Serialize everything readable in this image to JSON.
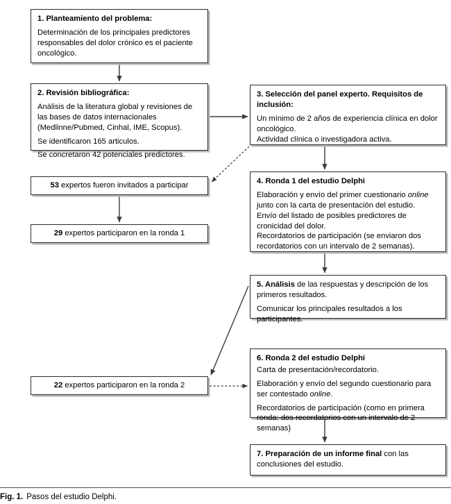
{
  "figure": {
    "label": "Fig. 1.",
    "caption": "Pasos del estudio Delphi."
  },
  "colors": {
    "box_border": "#2b2b2b",
    "box_shadow": "#b9b9b9",
    "connector": "#3a3a3a",
    "background": "#ffffff",
    "text": "#000000"
  },
  "nodes": {
    "step1": {
      "heading": "1. Planteamiento del problema:",
      "body1": "Determinación de los principales predictores responsables del dolor crónico es el paciente oncológico."
    },
    "step2": {
      "heading": "2. Revisión bibliográfica:",
      "body1": "Análisis de la literatura global y revisiones de las bases de datos internacionales (Medlinne/Pubmed, Cinhal, IME, Scopus).",
      "body2": "Se identificaron 165 articulos.",
      "body3": "Se concretaron 42 potenciales predictores."
    },
    "step3": {
      "heading": "3. Selección del panel experto. Requisitos de inclusión:",
      "body1": "Un mínimo de 2 años de experiencia clínica en dolor oncológico.",
      "body2": "Actividad clínica o investigadora activa."
    },
    "step4": {
      "heading": "4. Ronda 1 del estudio Delphi",
      "body1_pre": "Elaboración y envío del primer cuestionario ",
      "body1_italic": "online",
      "body1_post": " junto con la carta de presentación del estudio.",
      "body2": "Envío del listado de posibles predictores de cronicidad del dolor.",
      "body3": "Recordatorios de participación (se enviaron dos recordatorios con un intervalo de 2 semanas)."
    },
    "invited": {
      "number": "53",
      "text": " expertos fueron invitados a participar"
    },
    "round1_participants": {
      "number": "29",
      "text": " expertos participaron en la ronda 1"
    },
    "step5": {
      "heading": "5. Análisis",
      "heading_rest": " de las respuestas y descripción de los primeros resultados.",
      "body1": "Comunicar los principales resultados a los participantes."
    },
    "step6": {
      "heading": "6. Ronda 2 del estudio Delphi",
      "body1": "Carta de presentación/recordatorio.",
      "body2_pre": "Elaboración y envío del segundo cuestionario para ser contestado ",
      "body2_italic": "online",
      "body2_post": ".",
      "body3": "Recordatorios de participación (como en primera ronda: dos recordatorios con un intervalo de 2 semanas)"
    },
    "round2_participants": {
      "number": "22",
      "text": " expertos participaron en la ronda 2"
    },
    "step7": {
      "heading": "7. Preparación de un informe final",
      "heading_rest": " con las conclusiones del estudio."
    }
  },
  "connectors": [
    {
      "name": "step1-to-step2",
      "style": "solid",
      "from": "step1",
      "to": "step2"
    },
    {
      "name": "step2-to-step3",
      "style": "solid",
      "from": "step2",
      "to": "step3"
    },
    {
      "name": "step3-to-invited",
      "style": "dotted",
      "from": "step3",
      "to": "invited"
    },
    {
      "name": "step3-to-step4",
      "style": "solid",
      "from": "step3",
      "to": "step4"
    },
    {
      "name": "invited-to-round1",
      "style": "solid",
      "from": "invited",
      "to": "round1_participants"
    },
    {
      "name": "step4-to-step5",
      "style": "solid",
      "from": "step4",
      "to": "step5"
    },
    {
      "name": "step5-to-round2",
      "style": "solid",
      "from": "step5",
      "to": "round2_participants"
    },
    {
      "name": "round2-to-step6",
      "style": "dotted",
      "from": "round2_participants",
      "to": "step6"
    },
    {
      "name": "step6-to-step7",
      "style": "solid",
      "from": "step6",
      "to": "step7"
    }
  ]
}
